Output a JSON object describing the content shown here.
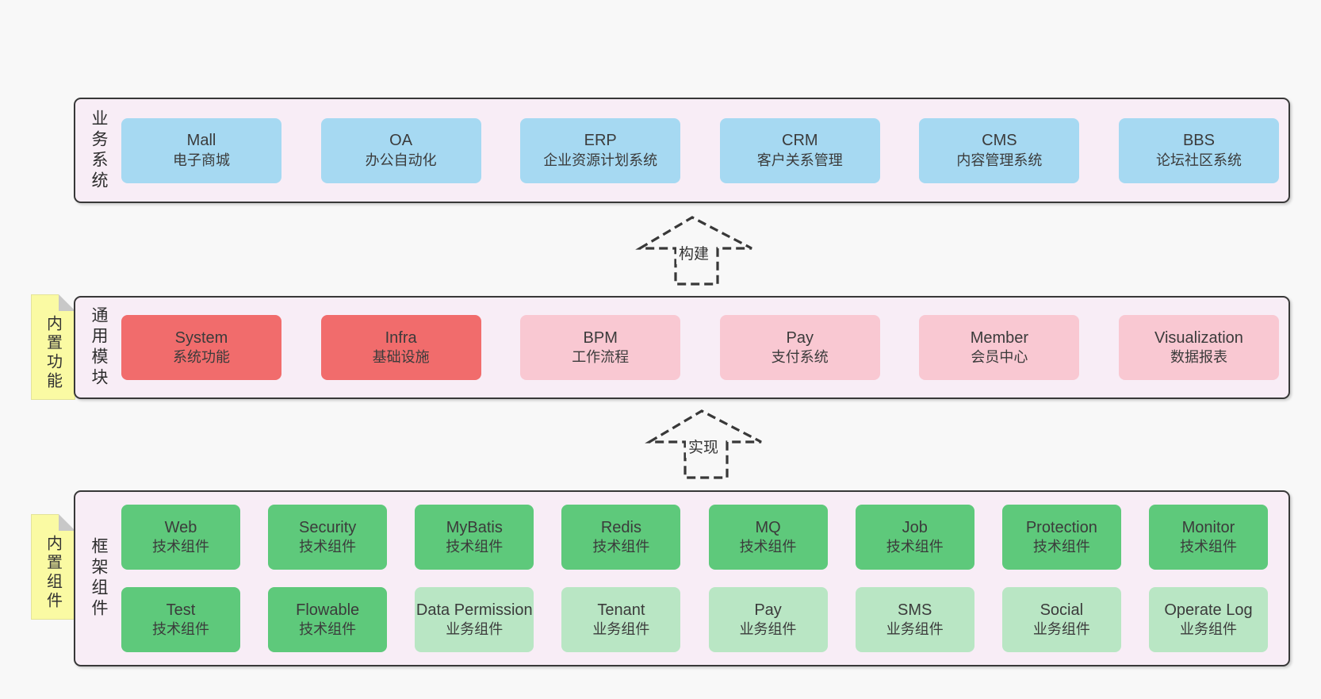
{
  "bands": {
    "business": {
      "label": "业务系统",
      "items": [
        {
          "title": "Mall",
          "subtitle": "电子商城"
        },
        {
          "title": "OA",
          "subtitle": "办公自动化"
        },
        {
          "title": "ERP",
          "subtitle": "企业资源计划系统"
        },
        {
          "title": "CRM",
          "subtitle": "客户关系管理"
        },
        {
          "title": "CMS",
          "subtitle": "内容管理系统"
        },
        {
          "title": "BBS",
          "subtitle": "论坛社区系统"
        }
      ]
    },
    "modules": {
      "label": "通用模块",
      "note": "内置功能",
      "items": [
        {
          "title": "System",
          "subtitle": "系统功能"
        },
        {
          "title": "Infra",
          "subtitle": "基础设施"
        },
        {
          "title": "BPM",
          "subtitle": "工作流程"
        },
        {
          "title": "Pay",
          "subtitle": "支付系统"
        },
        {
          "title": "Member",
          "subtitle": "会员中心"
        },
        {
          "title": "Visualization",
          "subtitle": "数据报表"
        }
      ]
    },
    "framework": {
      "label": "框架组件",
      "note": "内置组件",
      "rows": [
        [
          {
            "title": "Web",
            "subtitle": "技术组件"
          },
          {
            "title": "Security",
            "subtitle": "技术组件"
          },
          {
            "title": "MyBatis",
            "subtitle": "技术组件"
          },
          {
            "title": "Redis",
            "subtitle": "技术组件"
          },
          {
            "title": "MQ",
            "subtitle": "技术组件"
          },
          {
            "title": "Job",
            "subtitle": "技术组件"
          },
          {
            "title": "Protection",
            "subtitle": "技术组件"
          },
          {
            "title": "Monitor",
            "subtitle": "技术组件"
          }
        ],
        [
          {
            "title": "Test",
            "subtitle": "技术组件"
          },
          {
            "title": "Flowable",
            "subtitle": "技术组件"
          },
          {
            "title": "Data Permission",
            "subtitle": "业务组件"
          },
          {
            "title": "Tenant",
            "subtitle": "业务组件"
          },
          {
            "title": "Pay",
            "subtitle": "业务组件"
          },
          {
            "title": "SMS",
            "subtitle": "业务组件"
          },
          {
            "title": "Social",
            "subtitle": "业务组件"
          },
          {
            "title": "Operate Log",
            "subtitle": "业务组件"
          }
        ]
      ]
    }
  },
  "arrows": [
    {
      "label": "构建"
    },
    {
      "label": "实现"
    }
  ],
  "colors": {
    "page_bg": "#f8f8f8",
    "band_bg": "#f8edf6",
    "band_border": "#383838",
    "business_box": "#a6d9f2",
    "core_module_box": "#f16c6c",
    "optional_module_box": "#f9c8d2",
    "tech_component_box": "#5ec97b",
    "biz_component_box": "#b9e6c4",
    "note_bg": "#fafaa3",
    "text": "#3b3b3b"
  }
}
